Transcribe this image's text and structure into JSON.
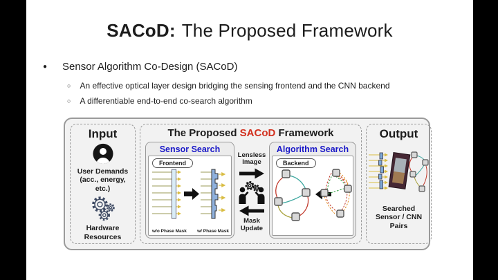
{
  "slide": {
    "title_bold": "SACoD:",
    "title_rest": "The Proposed Framework",
    "bullet": "Sensor Algorithm Co-Design (SACoD)",
    "sub_bullets": [
      "An effective optical layer design bridging the sensing frontend and the CNN backend",
      "A differentiable end-to-end co-search algorithm"
    ]
  },
  "figure": {
    "input": {
      "title": "Input",
      "user_demands_line1": "User Demands",
      "user_demands_line2": "(acc., energy, etc.)",
      "hardware": "Hardware Resources"
    },
    "framework": {
      "title_pre": "The Proposed ",
      "title_highlight": "SACoD",
      "title_post": " Framework"
    },
    "sensor_search": {
      "title": "Sensor Search",
      "tag": "Frontend",
      "label_without": "w/o Phase Mask",
      "label_with": "w/ Phase Mask"
    },
    "connector": {
      "to_algorithm": "Lensless Image",
      "to_sensor": "Mask Update"
    },
    "algorithm_search": {
      "title": "Algorithm Search",
      "tag": "Backend"
    },
    "output": {
      "title": "Output",
      "caption": "Searched Sensor / CNN Pairs"
    }
  },
  "colors": {
    "sacod_red": "#d2301e",
    "search_title_blue": "#1a18c8",
    "figure_background": "#f2f2f2",
    "ray_yellow": "#d9bd43",
    "mask_blue": "#8fb1dd"
  }
}
